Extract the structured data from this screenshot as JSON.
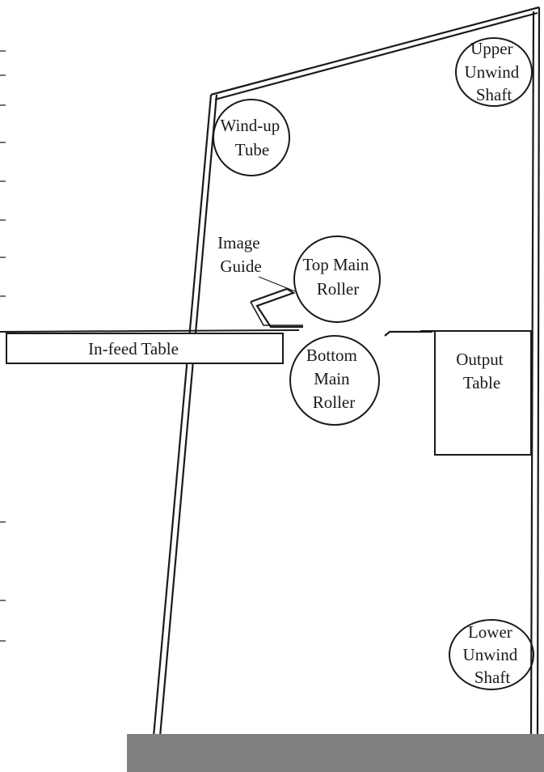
{
  "diagram": {
    "labels": {
      "upper_unwind_shaft": [
        "Upper",
        "Unwind",
        "Shaft"
      ],
      "wind_up_tube": [
        "Wind-up",
        "Tube"
      ],
      "image_guide": [
        "Image",
        "Guide"
      ],
      "top_main_roller": [
        "Top Main",
        "Roller"
      ],
      "infeed_table": "In-feed Table",
      "bottom_main_roller": [
        "Bottom",
        "Main",
        "Roller"
      ],
      "output_table": [
        "Output",
        "Table"
      ],
      "lower_unwind_shaft": [
        "Lower",
        "Unwind",
        "Shaft"
      ]
    },
    "colors": {
      "line": "#1a1a1a",
      "base": "#808080",
      "background": "#ffffff"
    }
  }
}
